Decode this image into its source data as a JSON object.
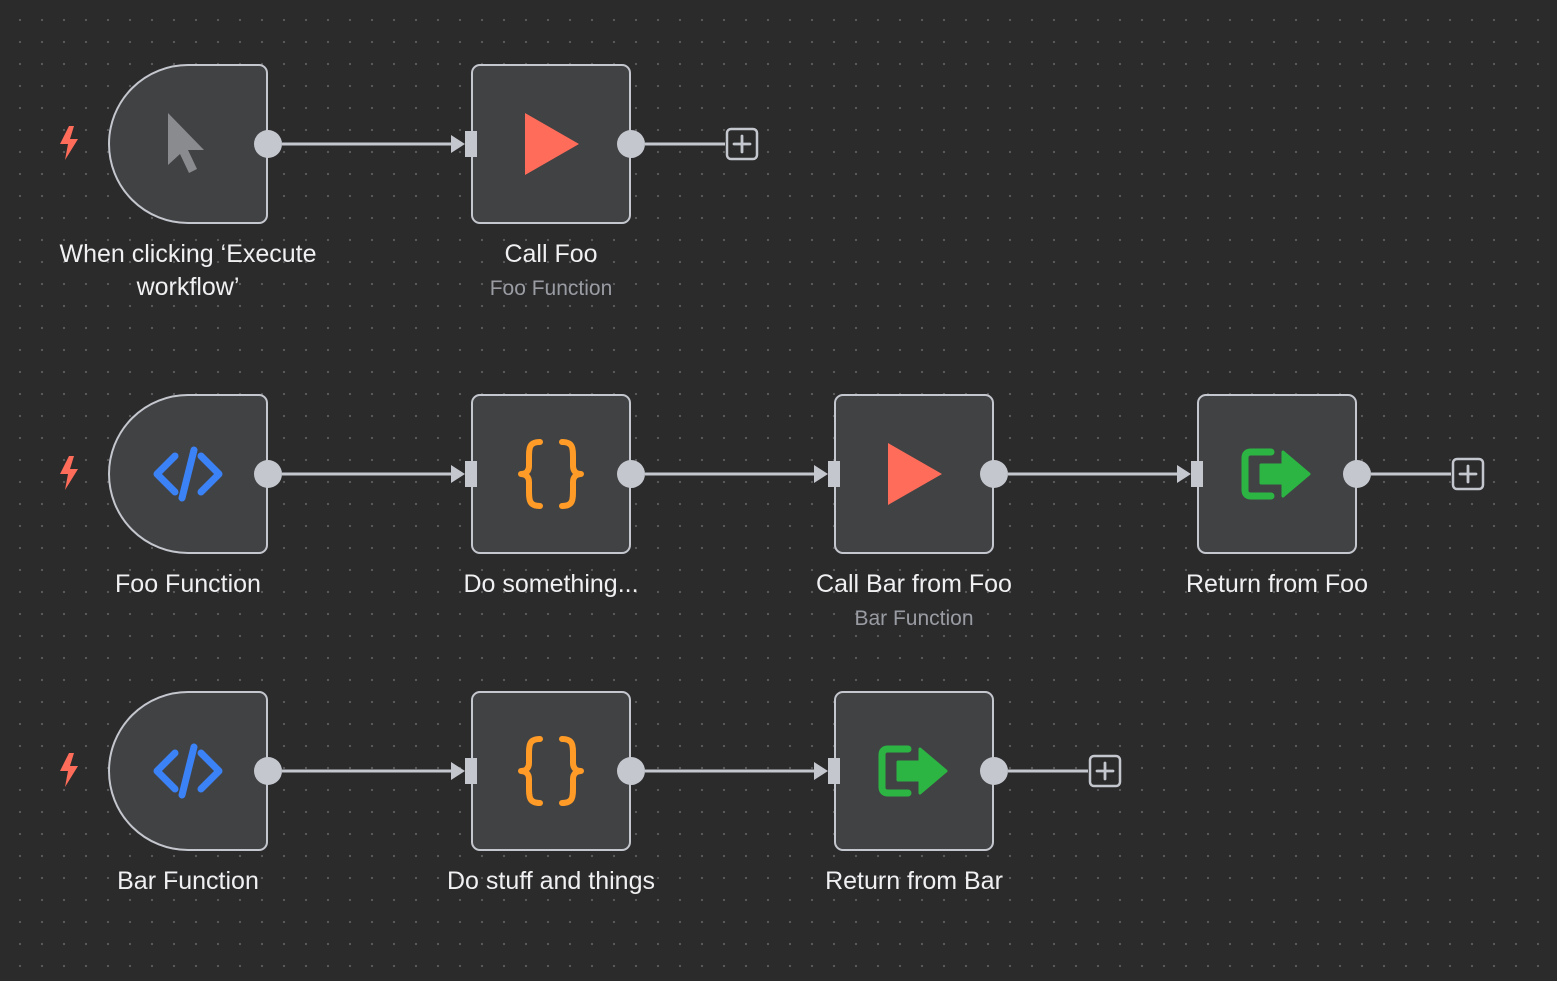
{
  "canvas": {
    "background": "#2b2b2c",
    "rows": [
      {
        "nodes": [
          {
            "label": "When clicking ‘Execute workflow’",
            "subtitle": "",
            "icon": "cursor-icon",
            "kind": "trigger"
          },
          {
            "label": "Call Foo",
            "subtitle": "Foo Function",
            "icon": "play-icon",
            "kind": "action"
          }
        ]
      },
      {
        "nodes": [
          {
            "label": "Foo Function",
            "subtitle": "",
            "icon": "code-icon",
            "kind": "trigger"
          },
          {
            "label": "Do something...",
            "subtitle": "",
            "icon": "braces-icon",
            "kind": "action"
          },
          {
            "label": "Call Bar from Foo",
            "subtitle": "Bar Function",
            "icon": "play-icon",
            "kind": "action"
          },
          {
            "label": "Return from Foo",
            "subtitle": "",
            "icon": "return-icon",
            "kind": "action"
          }
        ]
      },
      {
        "nodes": [
          {
            "label": "Bar Function",
            "subtitle": "",
            "icon": "code-icon",
            "kind": "trigger"
          },
          {
            "label": "Do stuff and things",
            "subtitle": "",
            "icon": "braces-icon",
            "kind": "action"
          },
          {
            "label": "Return from Bar",
            "subtitle": "",
            "icon": "return-icon",
            "kind": "action"
          }
        ]
      }
    ]
  },
  "colors": {
    "node_fill": "#414244",
    "node_border": "#c4c7ce",
    "connector": "#c4c7ce",
    "trigger_bolt": "#ff6d5a",
    "play": "#ff6d5a",
    "braces": "#ff9b26",
    "code": "#3b82f6",
    "return": "#2cb543"
  }
}
